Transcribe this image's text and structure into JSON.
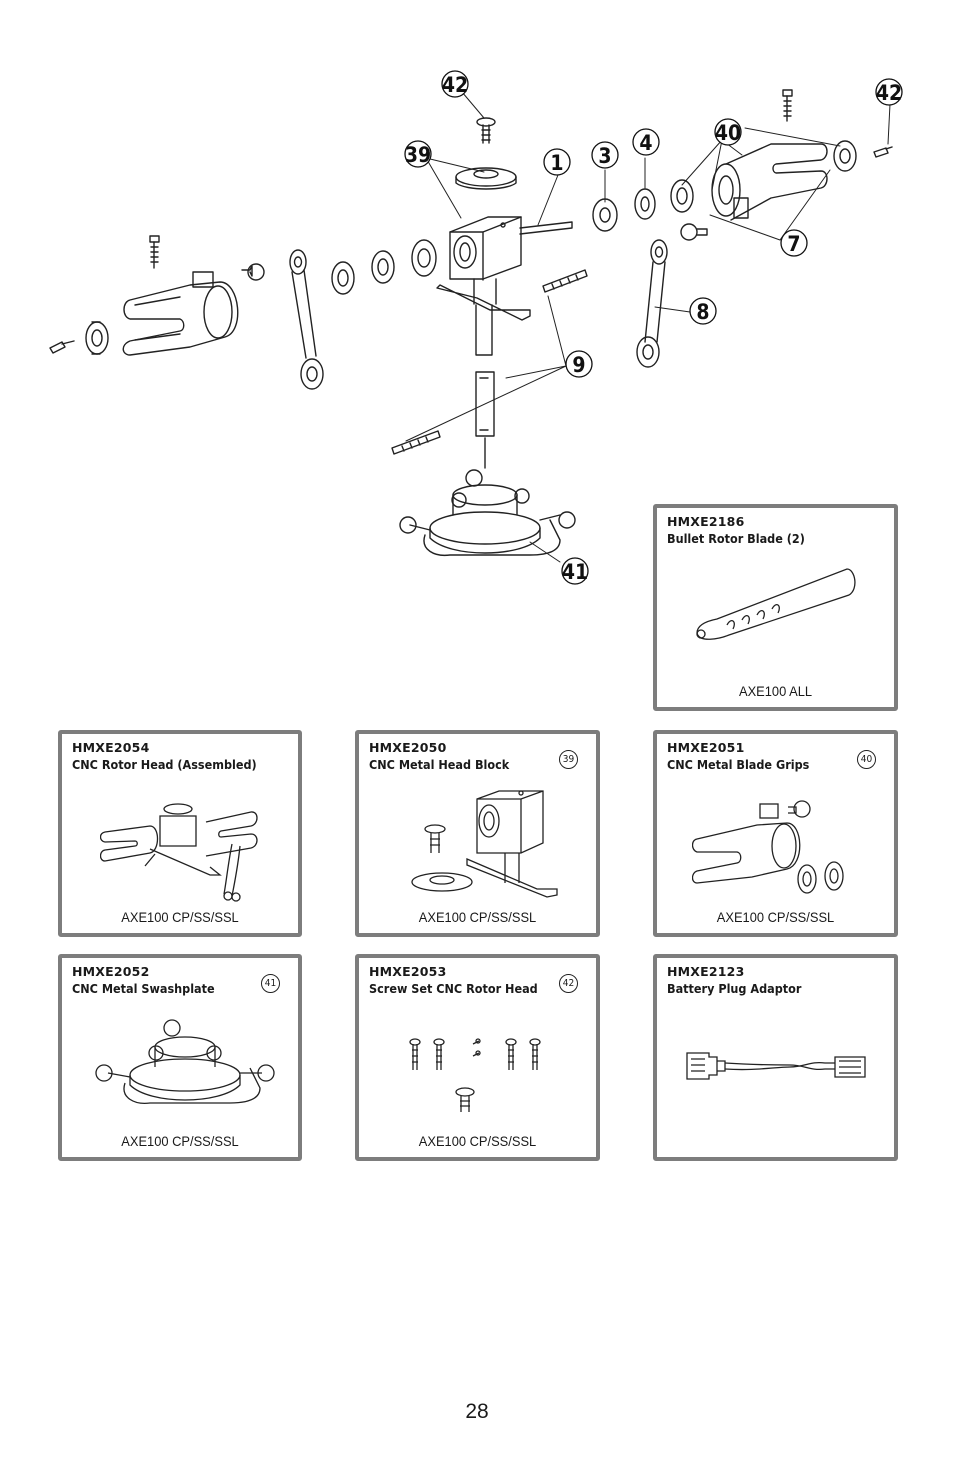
{
  "page": {
    "number": "28"
  },
  "callouts": [
    {
      "id": "c42a",
      "label": "42"
    },
    {
      "id": "c42b",
      "label": "42"
    },
    {
      "id": "c39",
      "label": "39"
    },
    {
      "id": "c1",
      "label": "1"
    },
    {
      "id": "c3",
      "label": "3"
    },
    {
      "id": "c4",
      "label": "4"
    },
    {
      "id": "c40",
      "label": "40"
    },
    {
      "id": "c7",
      "label": "7"
    },
    {
      "id": "c8",
      "label": "8"
    },
    {
      "id": "c9",
      "label": "9"
    },
    {
      "id": "c41",
      "label": "41"
    }
  ],
  "parts": {
    "hmxe2186": {
      "code": "HMXE2186",
      "name": "Bullet Rotor Blade (2)",
      "compat": "AXE100 ALL",
      "ref": ""
    },
    "hmxe2054": {
      "code": "HMXE2054",
      "name": "CNC Rotor Head (Assembled)",
      "compat": "AXE100 CP/SS/SSL",
      "ref": ""
    },
    "hmxe2050": {
      "code": "HMXE2050",
      "name": "CNC Metal Head Block",
      "compat": "AXE100 CP/SS/SSL",
      "ref": "39"
    },
    "hmxe2051": {
      "code": "HMXE2051",
      "name": "CNC Metal Blade Grips",
      "compat": "AXE100 CP/SS/SSL",
      "ref": "40"
    },
    "hmxe2052": {
      "code": "HMXE2052",
      "name": "CNC Metal Swashplate",
      "compat": "AXE100 CP/SS/SSL",
      "ref": "41"
    },
    "hmxe2053": {
      "code": "HMXE2053",
      "name": "Screw Set CNC Rotor Head",
      "compat": "AXE100 CP/SS/SSL",
      "ref": "42"
    },
    "hmxe2123": {
      "code": "HMXE2123",
      "name": "Battery Plug Adaptor",
      "compat": "",
      "ref": ""
    }
  }
}
